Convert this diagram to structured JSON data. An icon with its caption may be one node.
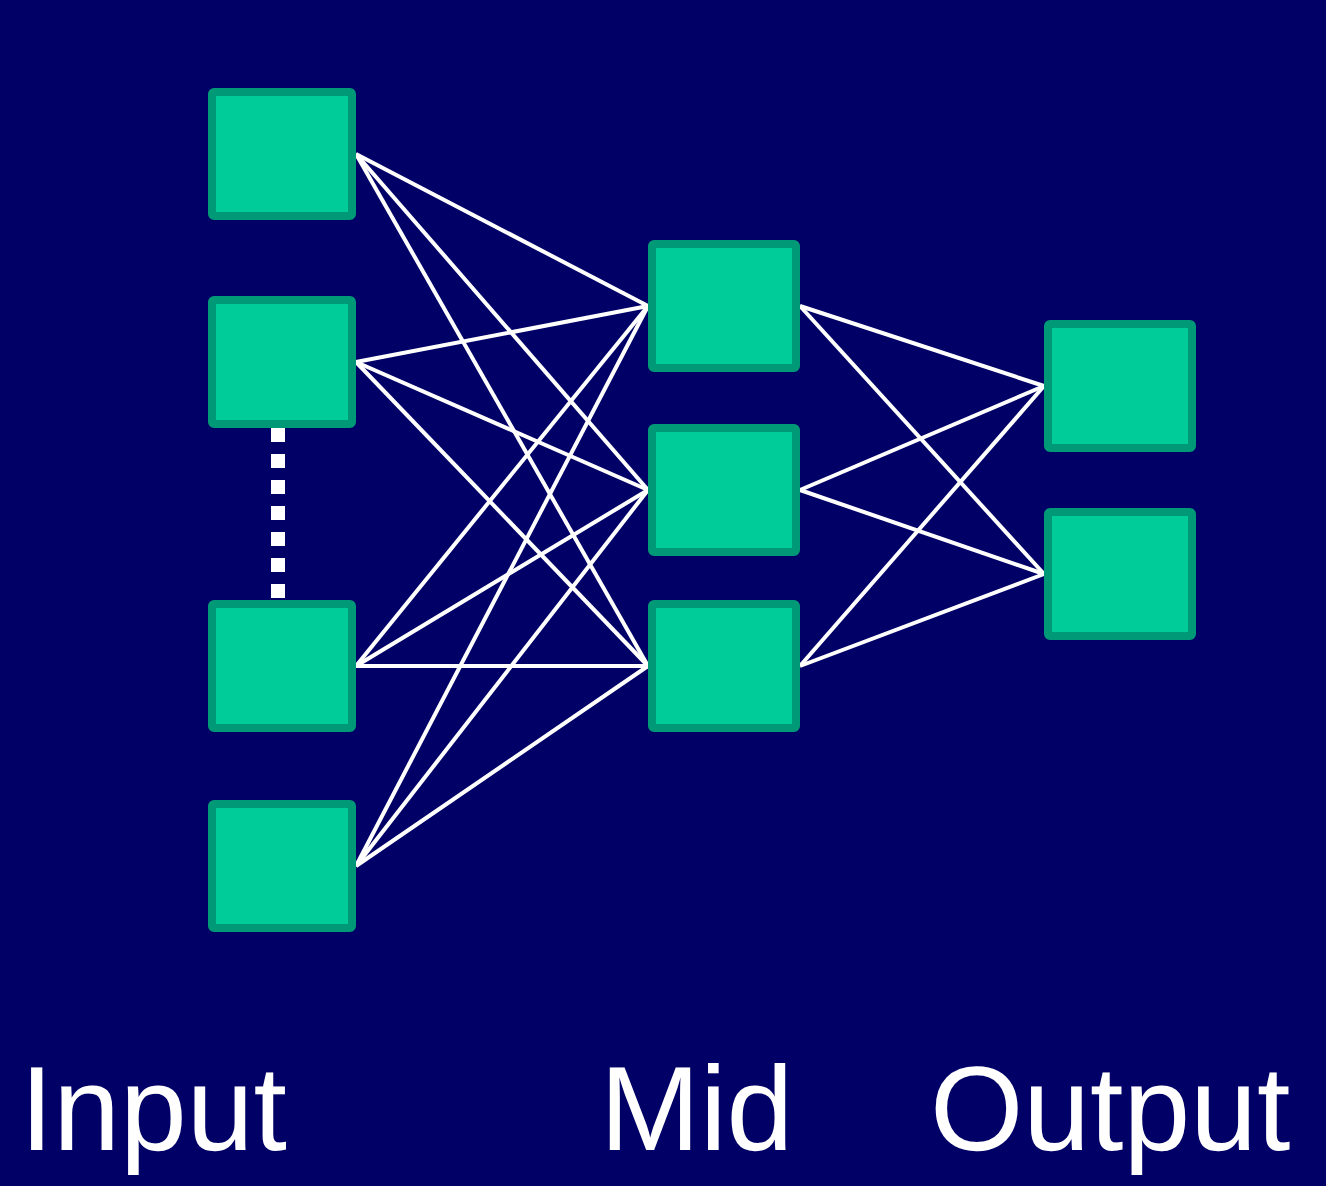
{
  "diagram": {
    "nodes": [
      {
        "text": [],
        "shape": "box"
      },
      {
        "text": [],
        "shape": "box"
      },
      {
        "text": [],
        "shape": "box"
      },
      {
        "text": [],
        "shape": "box"
      },
      {
        "text": [],
        "shape": "box"
      },
      {
        "text": [],
        "shape": "box"
      },
      {
        "text": [],
        "shape": "box"
      },
      {
        "text": [],
        "shape": "box"
      },
      {
        "text": [],
        "shape": "box"
      }
    ],
    "edges": [
      {
        "from": 0,
        "to": 4,
        "arrow": "none"
      },
      {
        "from": 0,
        "to": 5,
        "arrow": "none"
      },
      {
        "from": 0,
        "to": 6,
        "arrow": "none"
      },
      {
        "from": 1,
        "to": 4,
        "arrow": "none"
      },
      {
        "from": 1,
        "to": 5,
        "arrow": "none"
      },
      {
        "from": 1,
        "to": 6,
        "arrow": "none"
      },
      {
        "from": 2,
        "to": 4,
        "arrow": "none"
      },
      {
        "from": 2,
        "to": 5,
        "arrow": "none"
      },
      {
        "from": 2,
        "to": 6,
        "arrow": "none"
      },
      {
        "from": 3,
        "to": 4,
        "arrow": "none"
      },
      {
        "from": 3,
        "to": 5,
        "arrow": "none"
      },
      {
        "from": 3,
        "to": 6,
        "arrow": "none"
      },
      {
        "from": 4,
        "to": 7,
        "arrow": "none"
      },
      {
        "from": 4,
        "to": 8,
        "arrow": "none"
      },
      {
        "from": 5,
        "to": 7,
        "arrow": "none"
      },
      {
        "from": 5,
        "to": 8,
        "arrow": "none"
      },
      {
        "from": 6,
        "to": 7,
        "arrow": "none"
      },
      {
        "from": 6,
        "to": 8,
        "arrow": "none"
      },
      {
        "from": 1,
        "to": 2,
        "arrow": "none",
        "style": "dashed"
      }
    ],
    "labels": [
      "Input",
      "Mid",
      "Output"
    ]
  }
}
